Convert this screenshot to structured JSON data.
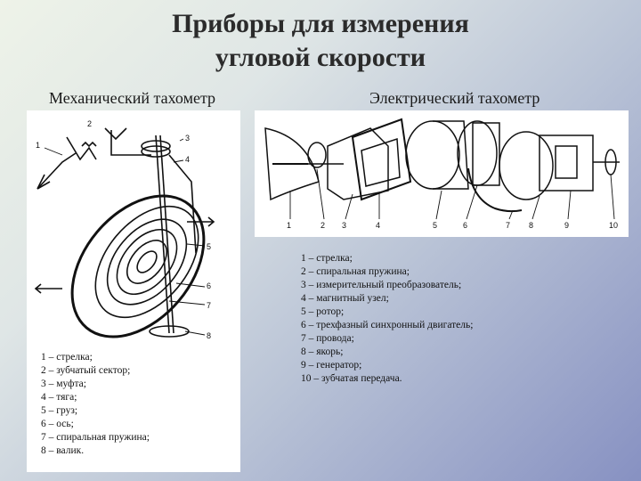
{
  "slide": {
    "title_line1": "Приборы для измерения",
    "title_line2": "угловой скорости",
    "mech_title": "Механический тахометр",
    "elec_title": "Электрический тахометр"
  },
  "mech_legend": [
    "1 – стрелка;",
    "2 – зубчатый сектор;",
    "3 – муфта;",
    "4 – тяга;",
    "5 – груз;",
    "6 – ось;",
    "7 – спиральная пружина;",
    "8 – валик."
  ],
  "elec_legend": [
    "1 – стрелка;",
    "2 – спиральная пружина;",
    "3 – измерительный преобразователь;",
    "4 – магнитный узел;",
    "5 – ротор;",
    "6 – трехфазный синхронный двигатель;",
    "7 – провода;",
    "8 – якорь;",
    "9 – генератор;",
    "10 – зубчатая передача."
  ],
  "mech_callouts": [
    "1",
    "2",
    "3",
    "4",
    "5",
    "6",
    "7",
    "8"
  ],
  "elec_callouts": [
    "1",
    "2",
    "3",
    "4",
    "5",
    "6",
    "7",
    "8",
    "9",
    "10"
  ]
}
